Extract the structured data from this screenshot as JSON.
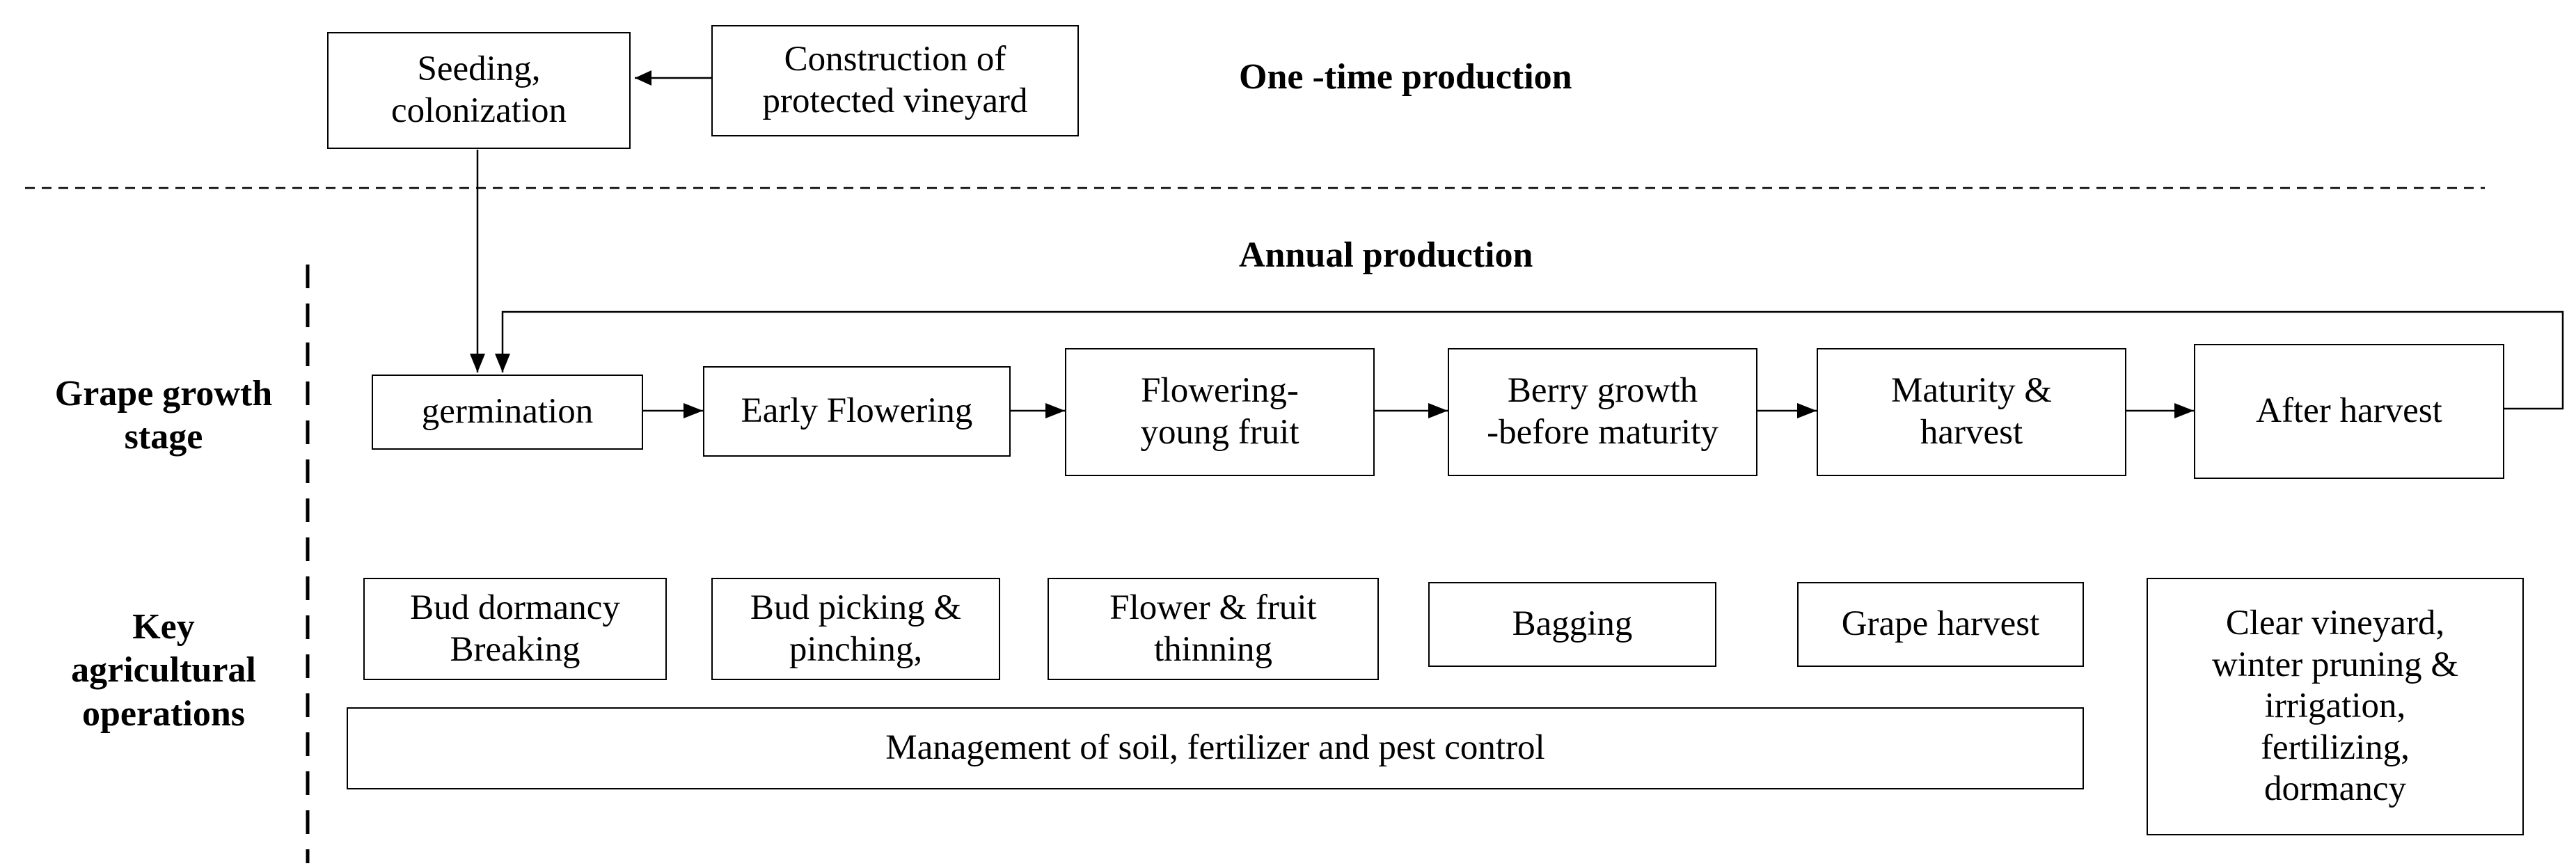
{
  "sections": {
    "one_time": "One -time production",
    "annual": "Annual production"
  },
  "row_labels": {
    "growth_stage": "Grape growth\nstage",
    "operations": "Key\nagricultural\noperations"
  },
  "one_time_nodes": {
    "seeding": "Seeding,\ncolonization",
    "construction": "Construction of\nprotected vineyard"
  },
  "stages": [
    "germination",
    "Early Flowering",
    "Flowering-\nyoung fruit",
    "Berry growth\n-before maturity",
    "Maturity &\nharvest",
    "After harvest"
  ],
  "operations": [
    "Bud dormancy\nBreaking",
    "Bud picking &\npinching,",
    "Flower & fruit\nthinning",
    "Bagging",
    "Grape harvest",
    "Clear vineyard,\nwinter pruning &\nirrigation,\nfertilizing,\ndormancy"
  ],
  "shared_operation": "Management of soil, fertilizer and pest control",
  "colors": {
    "line": "#000000",
    "background": "#ffffff"
  }
}
